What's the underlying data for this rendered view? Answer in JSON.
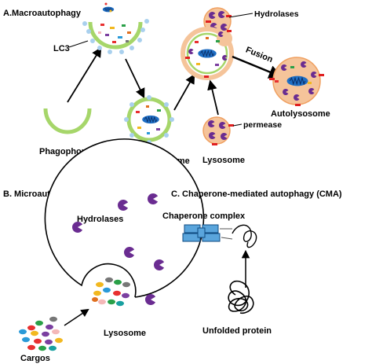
{
  "sections": {
    "macro": "A.Macroautophagy",
    "micro": "B. Microautophagy",
    "cma": "C. Chaperone-mediated autophagy (CMA)"
  },
  "labels": {
    "lc3": "LC3",
    "hydrolases_a": "Hydrolases",
    "fusion": "Fusion",
    "autolysosome": "Autolysosome",
    "permease": "permease",
    "phagophore": "Phagophore",
    "autophagosome": "Autophagosome",
    "lysosome_a": "Lysosome",
    "hydrolases_b": "Hydrolases",
    "chaperone_complex": "Chaperone complex",
    "lysosome_b": "Lysosome",
    "cargos": "Cargos",
    "unfolded_protein": "Unfolded protein"
  },
  "colors": {
    "membrane_green": "#a6d66a",
    "lysosome_fill": "#f5c49a",
    "lysosome_edge": "#f0a060",
    "hydrolase_purple": "#6a2c91",
    "permease_red": "#e02020",
    "lc3_blue": "#a9d0ee",
    "mitochondria_blue": "#1f6fc4",
    "chaperone_blue": "#5aa5dc",
    "cargo_colors": [
      "#e83030",
      "#f2b820",
      "#2a9ad8",
      "#7b3fa0",
      "#2aa048",
      "#e07020",
      "#777777",
      "#f4b8b8",
      "#18a0a0"
    ]
  }
}
